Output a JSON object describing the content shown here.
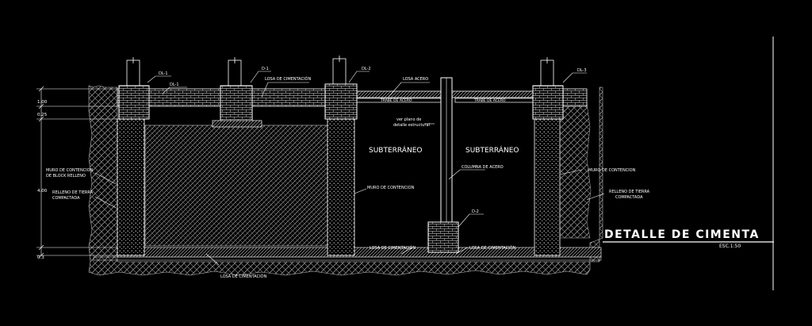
{
  "drawing": {
    "title": "DETALLE DE CIMENTA",
    "scale": "ESC.1:50"
  },
  "labels": {
    "dl1": "DL-1",
    "d1": "D-1",
    "dl2": "DL-2",
    "dl3": "DL-3",
    "d2": "D-2",
    "losa_cim_top": "LOSA DE CIMENTACIÓN",
    "losa_acero": "LOSA ACERO",
    "trabe1": "TRABE DE ACERO",
    "trabe2": "TRABE DE ACERO",
    "ver_plano_1": "ver plano de",
    "ver_plano_2": "detalle estructural",
    "subterraneo_left": "SUBTERRÁNEO",
    "subterraneo_right": "SUBTERRÁNEO",
    "columna": "COLUMNA DE ACERO",
    "muro_block_1": "MURO DE CONTENCION",
    "muro_block_2": "DE BLOCK RELLENO",
    "relleno_left_1": "RELLENO DE TIERRA",
    "relleno_left_2": "COMPACTADA",
    "muro_mid": "MURO DE CONTENCION",
    "muro_right": "MURO DE CONTENCION",
    "relleno_right_1": "RELLENO DE TIERRA",
    "relleno_right_2": "COMPACTADA",
    "losa_cim_mid": "LOSA DE CIMENTACIÓN",
    "losa_cim_right": "LOSA DE CIMENTACIÓN",
    "losa_cim_bottom": "LOSA DE CIMENTACIÓN"
  },
  "dimensions": [
    "1.00",
    "0.25",
    "4.00",
    "0.3"
  ],
  "colors": {
    "background": "#000000",
    "line": "#ffffff",
    "accent": "#ffff00"
  }
}
